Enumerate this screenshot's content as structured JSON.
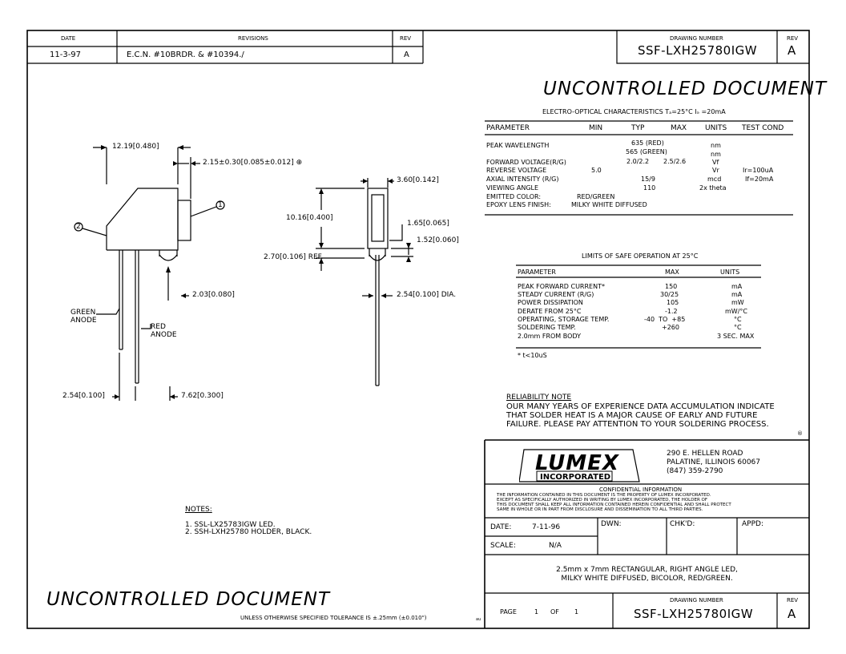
{
  "revisions": {
    "header_date": "DATE",
    "header_revisions": "REVISIONS",
    "header_rev": "REV",
    "row_date": "11-3-97",
    "row_text": "E.C.N. #10BRDR. & #10394./",
    "row_rev": "A"
  },
  "top_drawing": {
    "label": "DRAWING NUMBER",
    "rev_label": "REV",
    "number": "SSF-LXH25780IGW",
    "rev": "A"
  },
  "watermark": "UNCONTROLLED DOCUMENT",
  "electro": {
    "title_prefix": "ELECTRO-OPTICAL CHARACTERISTICS",
    "title_suffix": "Tₐ=25°C   Iₔ =20mA",
    "headers": [
      "PARAMETER",
      "MIN",
      "TYP",
      "MAX",
      "UNITS",
      "TEST COND"
    ],
    "rows": [
      {
        "param": "PEAK WAVELENGTH",
        "min": "",
        "typ": "635 (RED)",
        "max": "",
        "units": "nm",
        "cond": ""
      },
      {
        "param": "",
        "min": "",
        "typ": "565 (GREEN)",
        "max": "",
        "units": "nm",
        "cond": ""
      },
      {
        "param": "FORWARD VOLTAGE(R/G)",
        "min": "",
        "typ": "2.0/2.2",
        "max": "2.5/2.6",
        "units": "Vf",
        "cond": ""
      },
      {
        "param": "REVERSE VOLTAGE",
        "min": "5.0",
        "typ": "",
        "max": "",
        "units": "Vr",
        "cond": "Ir=100uA"
      },
      {
        "param": "AXIAL INTENSITY   (R/G)",
        "min": "",
        "typ": "15/9",
        "max": "",
        "units": "mcd",
        "cond": "If=20mA"
      },
      {
        "param": "VIEWING ANGLE",
        "min": "",
        "typ": "110",
        "max": "",
        "units": "2x theta",
        "cond": ""
      },
      {
        "param": "EMITTED COLOR:",
        "min": "RED/GREEN",
        "typ": "",
        "max": "",
        "units": "",
        "cond": ""
      },
      {
        "param": "EPOXY LENS FINISH:",
        "min": "MILKY WHITE DIFFUSED",
        "typ": "",
        "max": "",
        "units": "",
        "cond": ""
      }
    ]
  },
  "limits": {
    "title": "LIMITS OF SAFE OPERATION AT 25°C",
    "headers": [
      "PARAMETER",
      "MAX",
      "UNITS"
    ],
    "rows": [
      {
        "param": "PEAK FORWARD CURRENT*",
        "max": "150",
        "units": "mA"
      },
      {
        "param": "STEADY CURRENT    (R/G)",
        "max": "30/25",
        "units": "mA"
      },
      {
        "param": "POWER DISSIPATION",
        "max": "105",
        "units": "mW"
      },
      {
        "param": "DERATE FROM 25°C",
        "max": "-1.2",
        "units": "mW/°C"
      },
      {
        "param": "OPERATING, STORAGE TEMP.",
        "max": "-40  TO  +85",
        "units": "°C"
      },
      {
        "param": "SOLDERING TEMP.",
        "max": "+260",
        "units": "°C"
      },
      {
        "param": "2.0mm FROM BODY",
        "max": "",
        "units": "3 SEC. MAX"
      }
    ],
    "footnote": "* t<10uS"
  },
  "reliability": {
    "title": "RELIABILITY NOTE",
    "lines": [
      "OUR MANY YEARS OF EXPERIENCE DATA ACCUMULATION INDICATE",
      "THAT SOLDER HEAT IS A MAJOR CAUSE OF EARLY AND FUTURE",
      "FAILURE. PLEASE PAY ATTENTION TO YOUR SOLDERING PROCESS."
    ]
  },
  "corner_mark": "®",
  "company": {
    "logo_text": "LUMEX",
    "logo_sub": "INCORPORATED",
    "address": [
      "290 E. HELLEN ROAD",
      "PALATINE, ILLINOIS   60067",
      "(847) 359-2790"
    ]
  },
  "confidential": {
    "title": "CONFIDENTIAL INFORMATION",
    "lines": [
      "THE INFORMATION CONTAINED IN THIS DOCUMENT IS THE PROPERTY OF LUMEX INCORPORATED.",
      "EXCEPT AS SPECIFICALLY AUTHORIZED IN WRITING BY LUMEX INCORPORATED, THE HOLDER OF",
      "THIS DOCUMENT SHALL KEEP ALL INFORMATION CONTAINED HEREIN CONFIDENTIAL AND SHALL PROTECT",
      "SAME IN WHOLE OR IN PART FROM DISCLOSURE AND DISSEMINATION TO ALL THIRD PARTIES."
    ]
  },
  "title_block": {
    "date_label": "DATE:",
    "date_value": "7-11-96",
    "dwn_label": "DWN:",
    "chkd_label": "CHK'D:",
    "appd_label": "APPD:",
    "scale_label": "SCALE:",
    "scale_value": "N/A",
    "description": [
      "2.5mm x 7mm RECTANGULAR, RIGHT ANGLE LED,",
      "MILKY WHITE DIFFUSED, BICOLOR, RED/GREEN."
    ],
    "page_label": "PAGE",
    "page_num": "1",
    "of_label": "OF",
    "page_total": "1",
    "dn_label": "DRAWING NUMBER",
    "rev_label": "REV",
    "dn_value": "SSF-LXH25780IGW",
    "rev_value": "A"
  },
  "notes": {
    "title": "NOTES:",
    "items": [
      "1. SSL-LX25783IGW LED.",
      "2. SSH-LXH25780 HOLDER, BLACK."
    ]
  },
  "tolerance": "UNLESS OTHERWISE SPECIFIED TOLERANCE IS ±.25mm (±0.010\")",
  "bottom_code": "au",
  "drawing": {
    "dim_width": "12.19[0.480]",
    "dim_lens": "2.15±0.30[0.085±0.012]",
    "lens_mark": "⊕",
    "callout_1": "1",
    "callout_2": "2",
    "dim_lead_spacing": "2.03[0.080]",
    "green_anode": [
      "GREEN",
      "ANODE"
    ],
    "red_anode": [
      "RED",
      "ANODE"
    ],
    "dim_pitch": "2.54[0.100]",
    "dim_length": "7.62[0.300]",
    "dim_thick": "3.60[0.142]",
    "dim_height": "10.16[0.400]",
    "dim_165": "1.65[0.065]",
    "dim_152": "1.52[0.060]",
    "dim_ref": "2.70[0.106] REF.",
    "dim_dia": "2.54[0.100] DIA."
  }
}
